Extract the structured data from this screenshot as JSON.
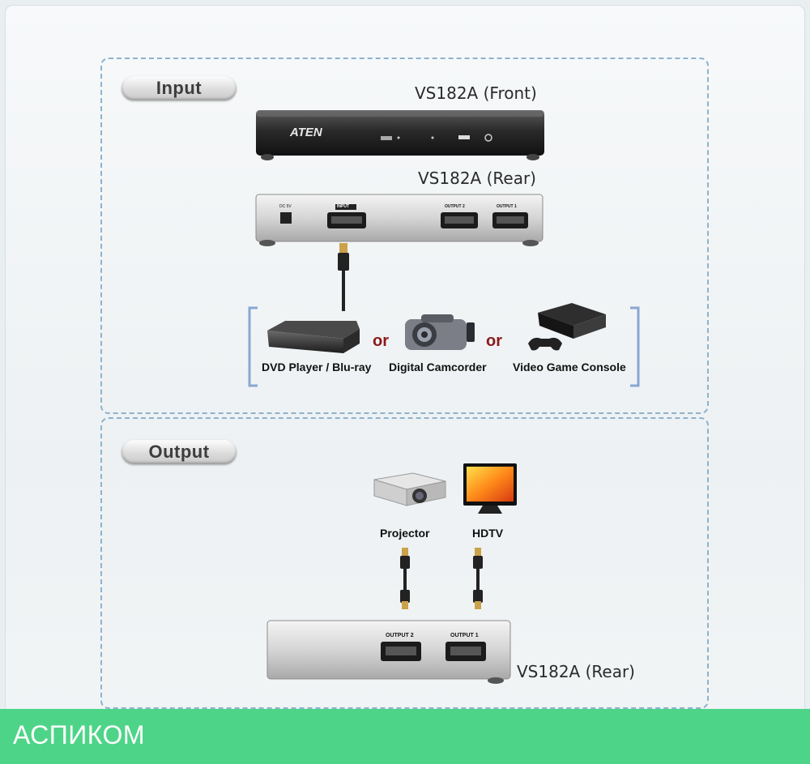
{
  "input_section": {
    "badge": "Input",
    "front_label": "VS182A (Front)",
    "rear_label": "VS182A (Rear)",
    "brand": "ATEN",
    "sources": [
      {
        "label": "DVD Player / Blu-ray"
      },
      {
        "label": "Digital Camcorder"
      },
      {
        "label": "Video Game Console"
      }
    ],
    "separator": "or"
  },
  "output_section": {
    "badge": "Output",
    "rear_label": "VS182A (Rear)",
    "displays": [
      {
        "label": "Projector"
      },
      {
        "label": "HDTV"
      }
    ]
  },
  "ports": {
    "input": "INPUT",
    "output1": "OUTPUT 1",
    "output2": "OUTPUT 2",
    "power": "DC 5V"
  },
  "footer": {
    "text": "АСПИКОМ"
  },
  "colors": {
    "footer": "#4ed488",
    "dash": "#8fb2cb",
    "or_text": "#8a1a1a"
  }
}
